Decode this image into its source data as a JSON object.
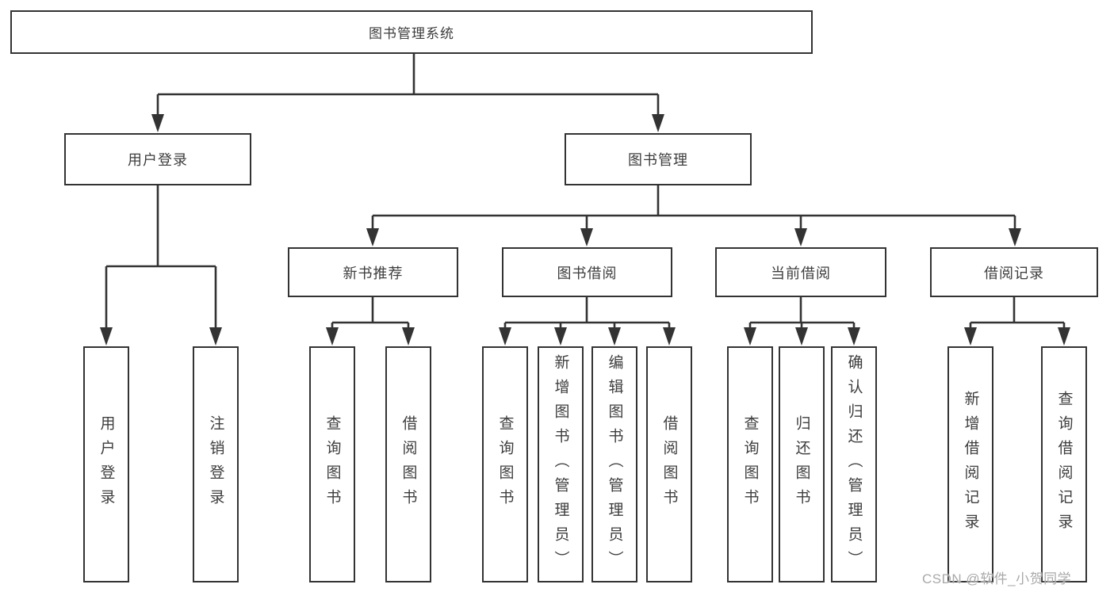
{
  "diagram": {
    "root": "图书管理系统",
    "level2": [
      "用户登录",
      "图书管理"
    ],
    "level3": [
      "新书推荐",
      "图书借阅",
      "当前借阅",
      "借阅记录"
    ],
    "leaves": [
      "用户登录",
      "注销登录",
      "查询图书",
      "借阅图书",
      "查询图书",
      "新增图书（管理员）",
      "编辑图书（管理员）",
      "借阅图书",
      "查询图书",
      "归还图书",
      "确认归还（管理员）",
      "新增借阅记录",
      "查询借阅记录"
    ],
    "hierarchy": {
      "图书管理系统": [
        "用户登录",
        "图书管理"
      ],
      "用户登录": [
        "用户登录",
        "注销登录"
      ],
      "图书管理": [
        "新书推荐",
        "图书借阅",
        "当前借阅",
        "借阅记录"
      ],
      "新书推荐": [
        "查询图书",
        "借阅图书"
      ],
      "图书借阅": [
        "查询图书",
        "新增图书（管理员）",
        "编辑图书（管理员）",
        "借阅图书"
      ],
      "当前借阅": [
        "查询图书",
        "归还图书",
        "确认归还（管理员）"
      ],
      "借阅记录": [
        "新增借阅记录",
        "查询借阅记录"
      ]
    }
  },
  "watermark": "CSDN @软件_小贺同学",
  "colors": {
    "line": "#333333",
    "box_border": "#333333",
    "text": "#3d3d3d",
    "background": "#ffffff",
    "watermark": "#a9a9a9"
  }
}
